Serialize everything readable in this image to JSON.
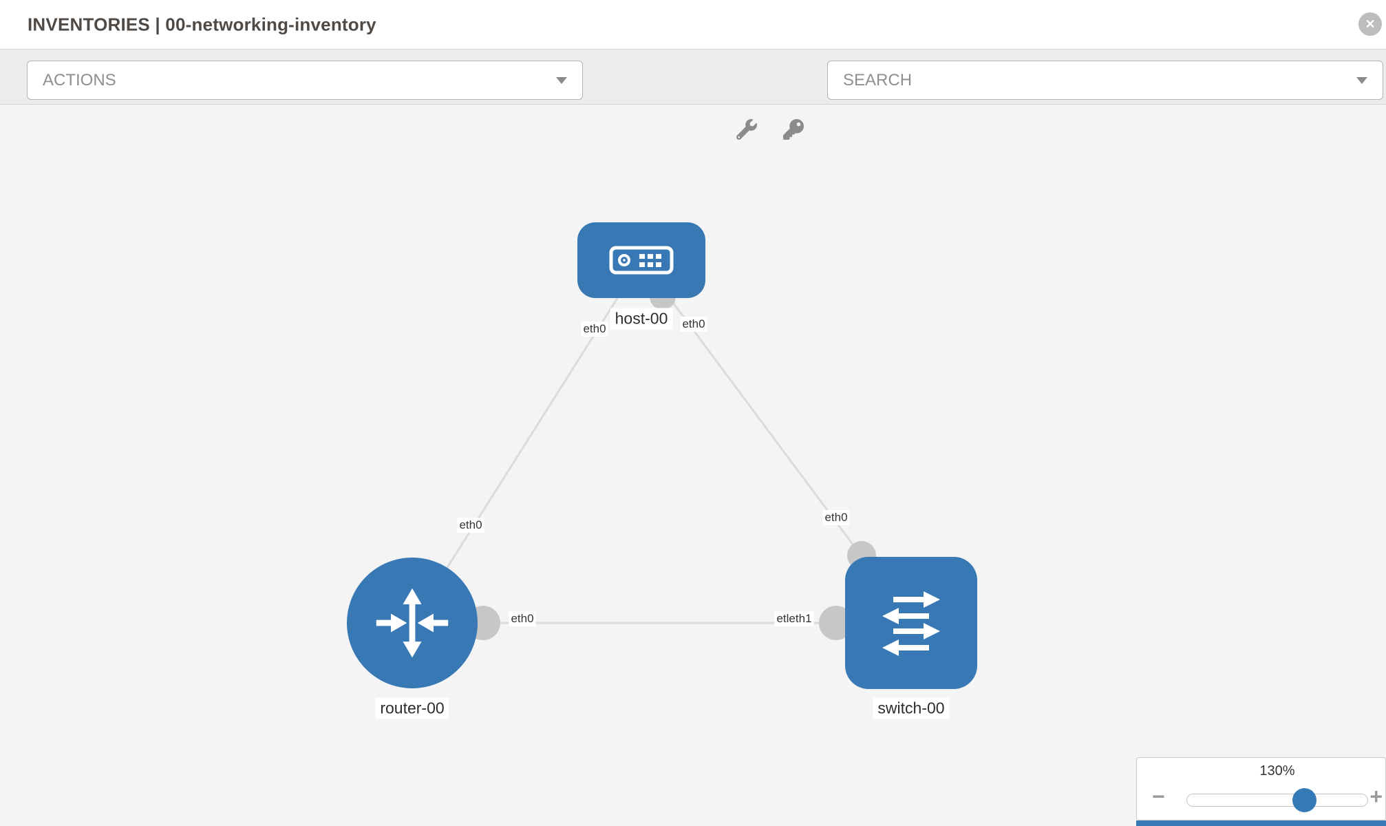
{
  "header": {
    "title": "INVENTORIES | 00-networking-inventory",
    "close_glyph": "✕"
  },
  "toolbar": {
    "actions_label": "ACTIONS",
    "search_label": "SEARCH"
  },
  "topology": {
    "node_color": "#3879b5",
    "link_color": "#dbdbdb",
    "node_labels": {
      "host": "host-00",
      "router": "router-00",
      "switch": "switch-00"
    },
    "edge_labels": {
      "host_router_at_host": "eth0",
      "host_router_at_router": "eth0",
      "host_switch_at_host": "eth0",
      "host_switch_at_switch": "eth0",
      "router_switch_at_router": "eth0",
      "router_switch_at_switch": "etleth1"
    }
  },
  "zoom": {
    "level": "130%",
    "minus_glyph": "−",
    "plus_glyph": "+"
  }
}
